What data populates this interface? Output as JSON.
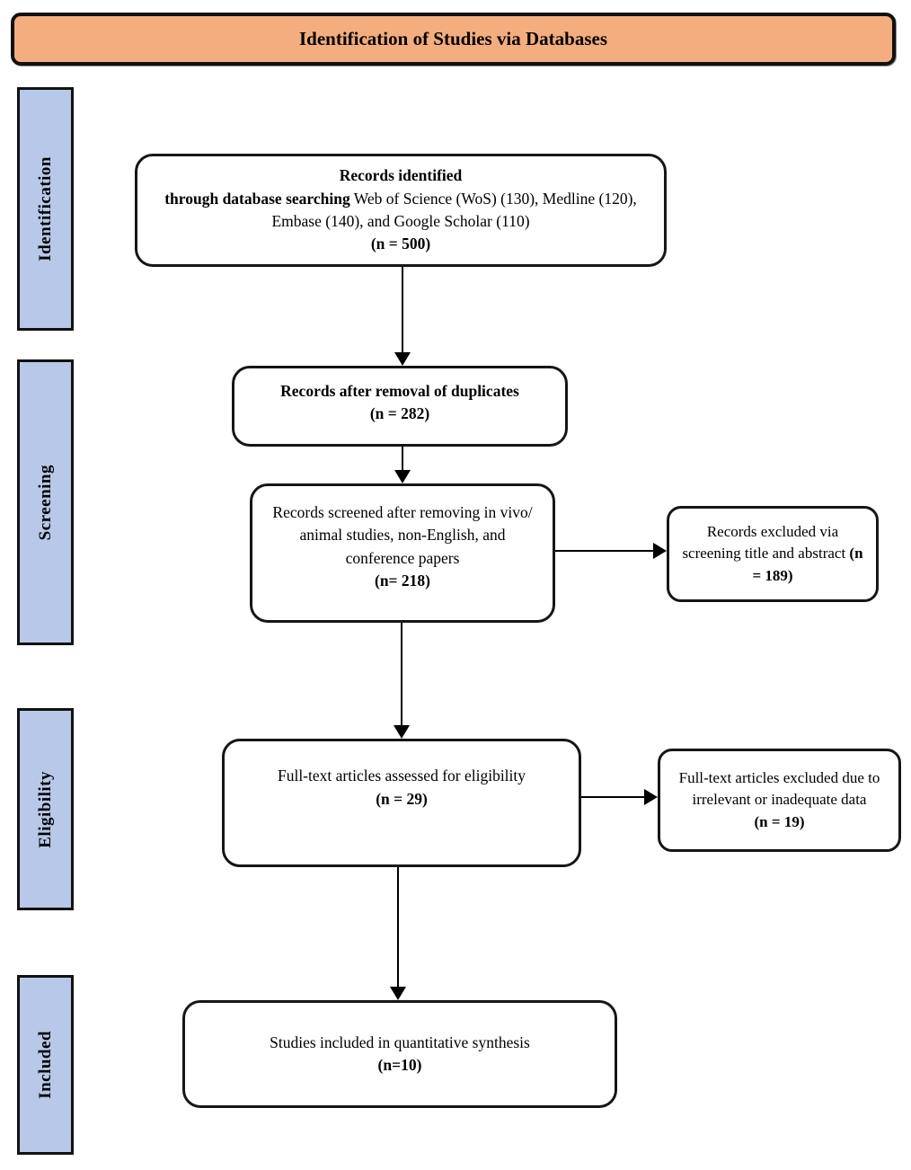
{
  "header": {
    "title": "Identification of Studies via Databases",
    "bg_color": "#F4AD7E"
  },
  "sidebar": {
    "bg_color": "#B7C8E8",
    "items": [
      {
        "label": "Identification"
      },
      {
        "label": "Screening"
      },
      {
        "label": "Eligibility"
      },
      {
        "label": "Included"
      }
    ]
  },
  "flow": {
    "records_identified": {
      "title": "Records identified",
      "lead_bold": "through database searching",
      "sources": " Web of Science (WoS) (130), Medline (120), Embase (140), and Google Scholar (110)",
      "count": "(n = 500)"
    },
    "duplicates_removed": {
      "text": "Records after removal of duplicates",
      "count": "(n = 282)"
    },
    "records_screened": {
      "text": "Records screened after removing in vivo/ animal studies, non-English, and conference papers",
      "count": "(n= 218)"
    },
    "excluded_screening": {
      "text": "Records excluded via screening title and abstract ",
      "count": "(n = 189)"
    },
    "fulltext_assessed": {
      "text": "Full-text articles assessed for eligibility",
      "count": "(n = 29)"
    },
    "fulltext_excluded": {
      "text": "Full-text articles excluded due to irrelevant or inadequate data",
      "count": "(n = 19)"
    },
    "included_studies": {
      "text": "Studies included in quantitative synthesis",
      "count": "(n=10)"
    }
  }
}
